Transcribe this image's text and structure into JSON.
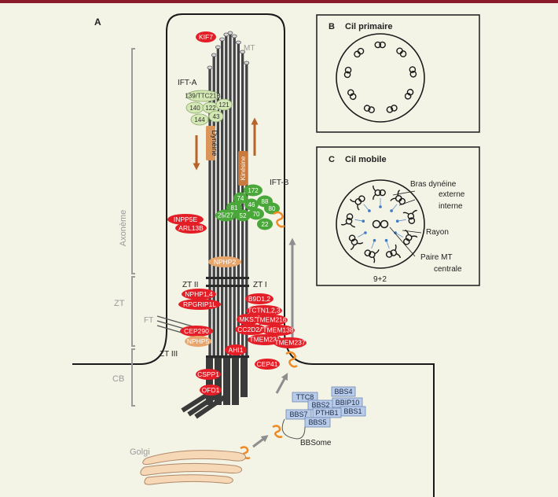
{
  "colors": {
    "background": "#f3f3e6",
    "top_bar": "#8b1a2b",
    "red_protein": "#e41e26",
    "orange_protein": "#e9a66b",
    "light_green": "#d4e8b5",
    "green": "#4aa83a",
    "bbsome_blue": "#b8cbe8",
    "arrow_brown": "#b5642a",
    "arrow_gray": "#8e8e8e",
    "cargo_orange": "#f08a22"
  },
  "panel_a": {
    "label": "A",
    "mt": "MT",
    "ift_a": "IFT-A",
    "ift_b": "IFT-B",
    "dynein": "Dynéine",
    "kinesin": "Kinésine",
    "axoneme": "Axonème",
    "zt": "ZT",
    "cb": "CB",
    "ft": "FT",
    "zt1": "ZT I",
    "zt2": "ZT II",
    "zt3": "ZT III",
    "golgi": "Golgi",
    "bbsome": "BBSome",
    "kif7": "KIF7",
    "inpp5e": "INPP5E",
    "arl13b": "ARL13B",
    "nphp2": "NPHP2",
    "nphp14": "NPHP1,4",
    "rpgrip1l": "RPGRIP1L",
    "cep290": "CEP290",
    "nphp5": "NPHP5",
    "b9d12": "B9D1,2",
    "tctn": "TCTN1,2,3",
    "mks1": "MKS1",
    "tmem216": "TMEM216",
    "cc2d2a": "CC2D2A",
    "tmem138": "TMEM138",
    "tmem231": "TMEM231",
    "tmem237": "TMEM237",
    "ahi1": "AHI1",
    "cep41": "CEP41",
    "cspp1": "CSPP1",
    "ofd1": "OFD1",
    "ift_a_subunits": [
      "139/TTC21B",
      "140",
      "122",
      "121",
      "144",
      "43"
    ],
    "ift_b_subunits": [
      "172",
      "74",
      "88",
      "46",
      "81",
      "80",
      "25/27",
      "52",
      "70",
      "22"
    ],
    "bbsome_subunits": [
      "BBS4",
      "TTC8",
      "BBS2",
      "BBIP10",
      "BBS1",
      "BBS7",
      "PTHB1",
      "BBS5"
    ]
  },
  "panel_b": {
    "label": "B",
    "title": "Cil primaire"
  },
  "panel_c": {
    "label": "C",
    "title": "Cil mobile",
    "dynein_arms": "Bras dynéine",
    "outer": "externe",
    "inner": "interne",
    "spoke": "Rayon",
    "central_pair": "Paire MT",
    "central_pair_2": "centrale",
    "formula": "9+2"
  }
}
